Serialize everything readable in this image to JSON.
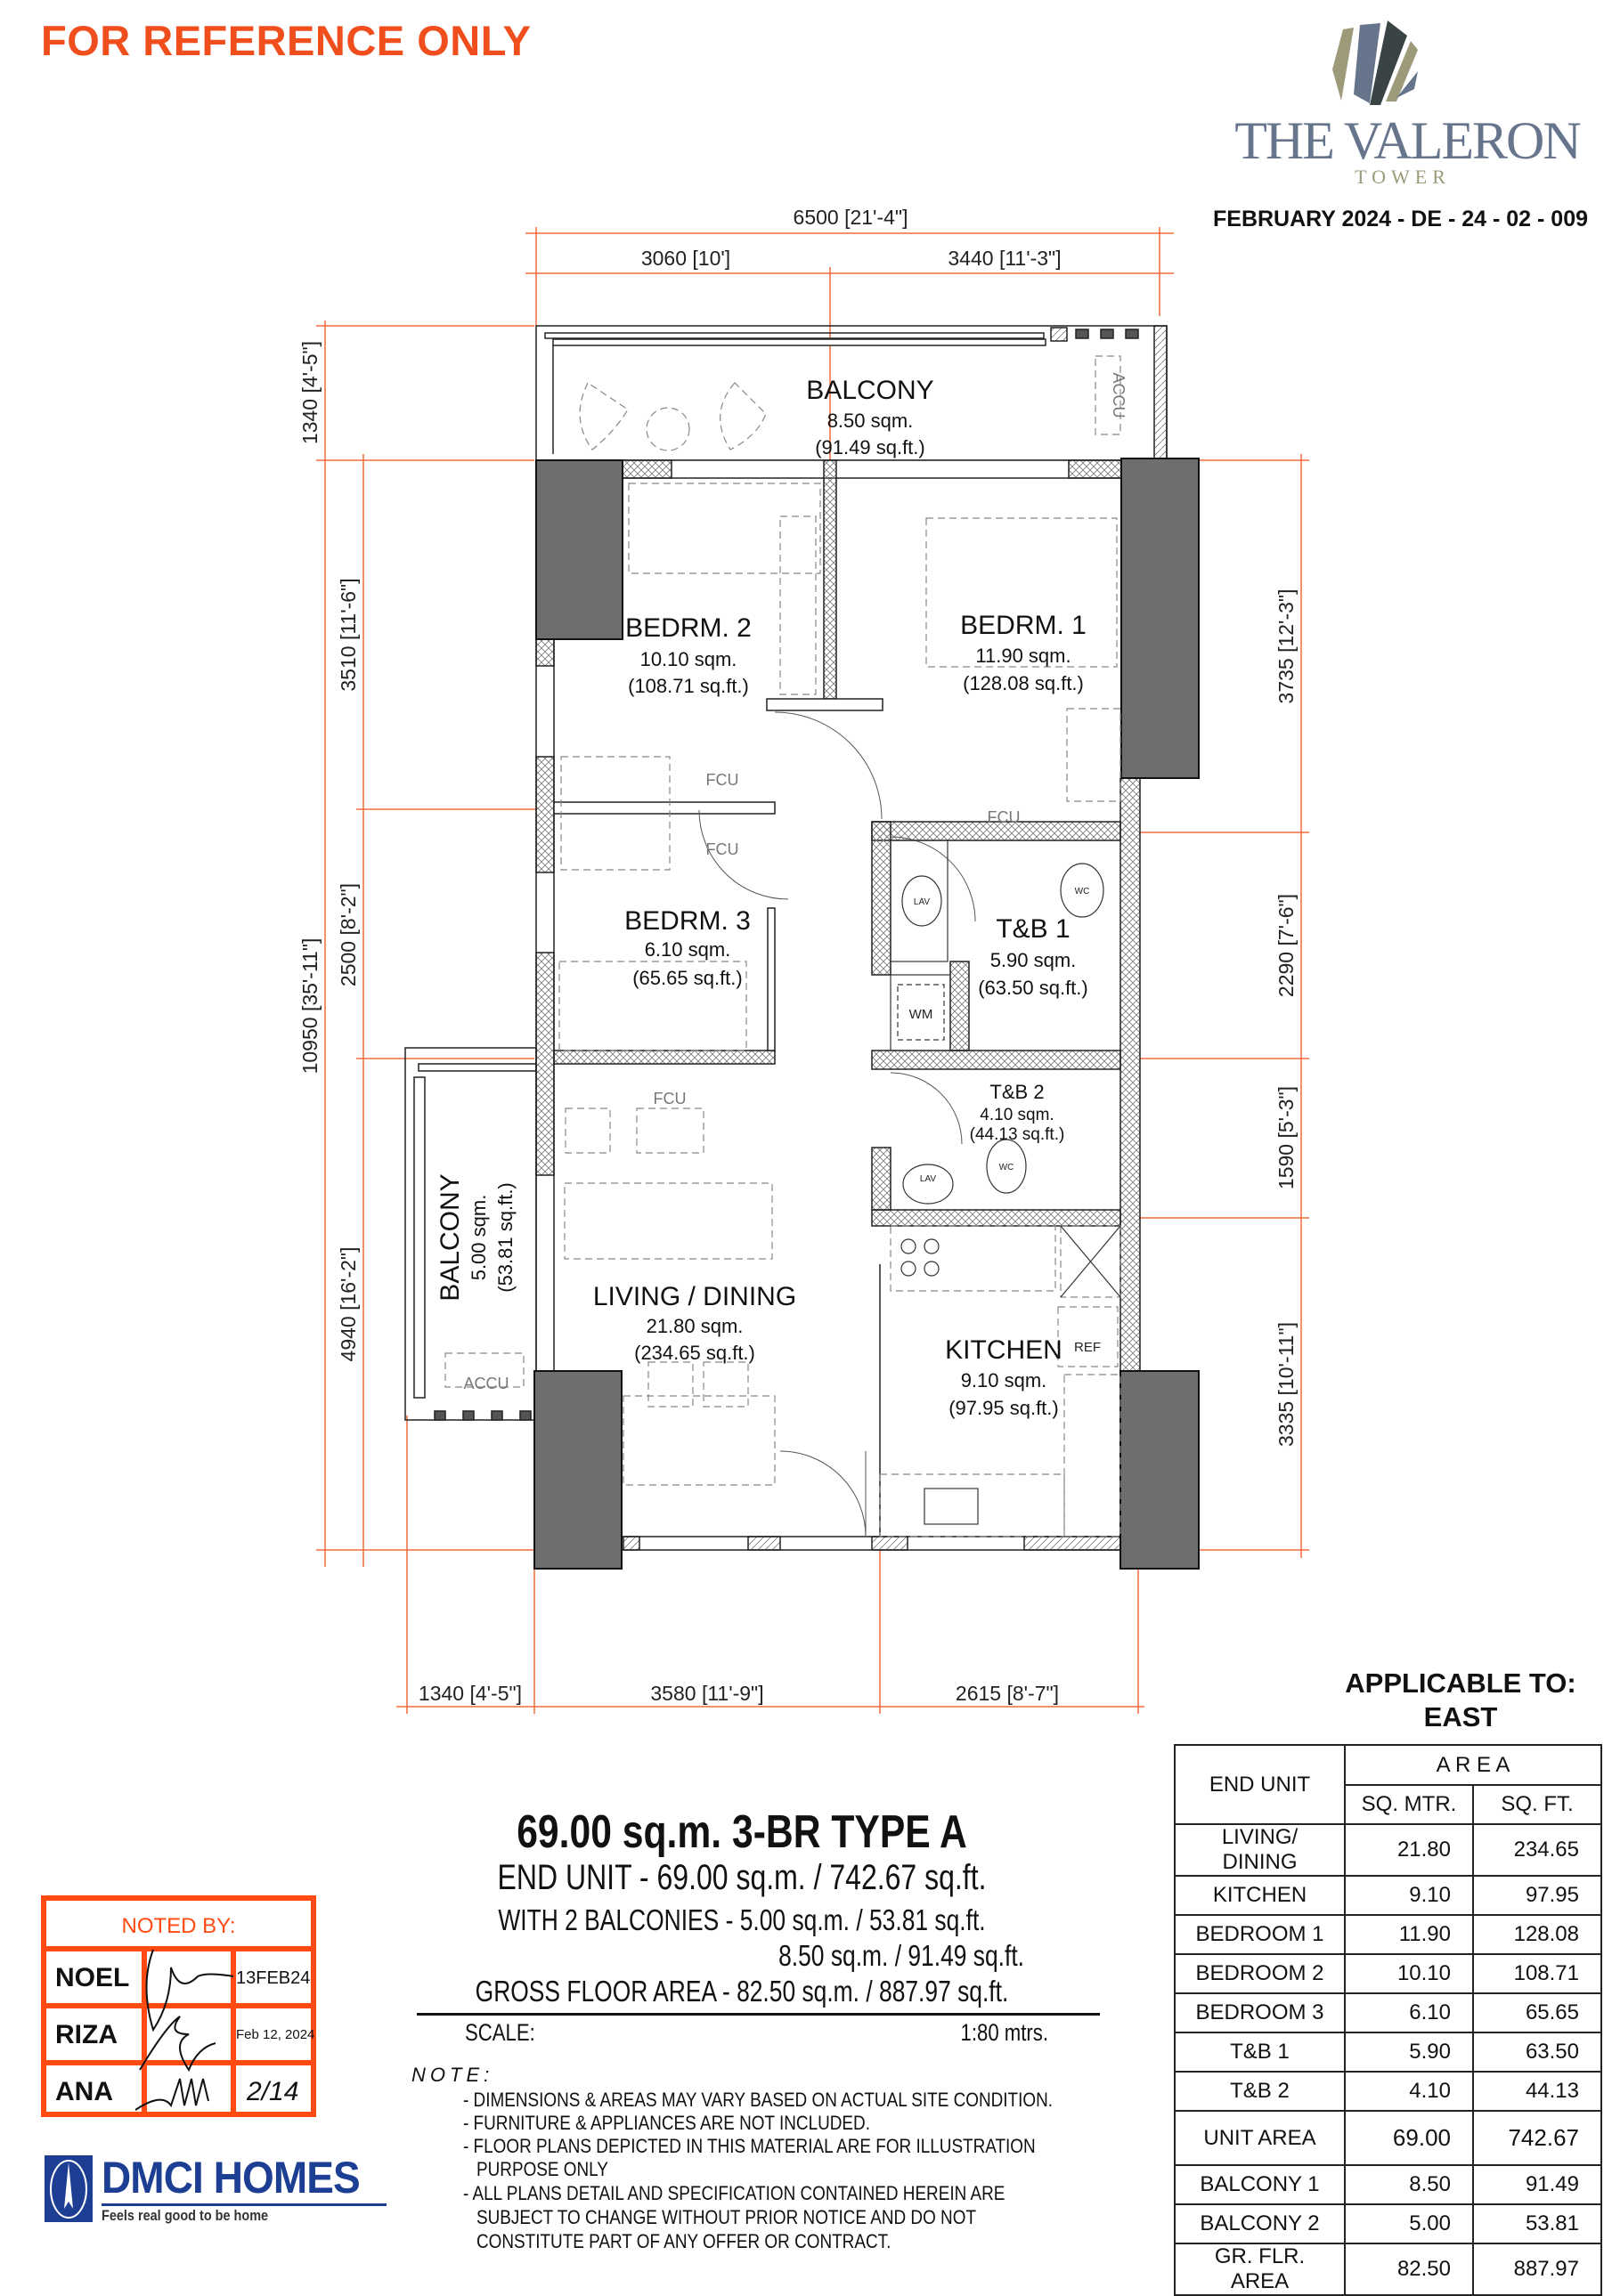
{
  "header": {
    "watermark": "FOR REFERENCE ONLY",
    "doc_code": "FEBRUARY 2024 - DE - 24 - 02 - 009"
  },
  "logo": {
    "name": "THE VALERON",
    "sub": "TOWER"
  },
  "colors": {
    "watermark": "#f04e1c",
    "dimension_line": "#f26a3d",
    "column": "#6e6e6e",
    "noted_box": "#ff4a12",
    "dmci_blue": "#1c3f94",
    "logo_slate": "#66758c",
    "logo_olive": "#9c9a78",
    "logo_dark": "#3b4444"
  },
  "plan": {
    "dims": {
      "top_total": "6500 [21'-4\"]",
      "top_left": "3060 [10']",
      "top_right": "3440 [11'-3\"]",
      "left_balcony": "1340 [4'-5\"]",
      "left_total": "10950 [35'-11\"]",
      "left_1": "3510 [11'-6\"]",
      "left_2": "2500 [8'-2\"]",
      "left_3": "4940 [16'-2\"]",
      "right_1": "3735 [12'-3\"]",
      "right_2": "2290 [7'-6\"]",
      "right_3": "1590 [5'-3\"]",
      "right_4": "3335 [10'-11\"]",
      "bottom_1": "1340 [4'-5\"]",
      "bottom_2": "3580 [11'-9\"]",
      "bottom_3": "2615 [8'-7\"]"
    },
    "rooms": {
      "balcony_top": {
        "name": "BALCONY",
        "sqm": "8.50 sqm.",
        "sqft": "(91.49 sq.ft.)"
      },
      "bedroom_2": {
        "name": "BEDRM. 2",
        "sqm": "10.10 sqm.",
        "sqft": "(108.71 sq.ft.)"
      },
      "bedroom_1": {
        "name": "BEDRM. 1",
        "sqm": "11.90 sqm.",
        "sqft": "(128.08 sq.ft.)"
      },
      "bedroom_3": {
        "name": "BEDRM. 3",
        "sqm": "6.10 sqm.",
        "sqft": "(65.65 sq.ft.)"
      },
      "tb_1": {
        "name": "T&B 1",
        "sqm": "5.90 sqm.",
        "sqft": "(63.50 sq.ft.)"
      },
      "tb_2": {
        "name": "T&B 2",
        "sqm": "4.10 sqm.",
        "sqft": "(44.13 sq.ft.)"
      },
      "living_dining": {
        "name": "LIVING / DINING",
        "sqm": "21.80 sqm.",
        "sqft": "(234.65 sq.ft.)"
      },
      "kitchen": {
        "name": "KITCHEN",
        "sqm": "9.10 sqm.",
        "sqft": "(97.95 sq.ft.)"
      },
      "balcony_side": {
        "name": "BALCONY",
        "sqm": "5.00 sqm.",
        "sqft": "(53.81 sq.ft.)"
      }
    },
    "fixtures": {
      "accu": "ACCU",
      "fcu": "FCU",
      "wm": "WM",
      "ref": "REF",
      "lav": "LAV",
      "wc": "WC"
    }
  },
  "unit": {
    "title": "69.00 sq.m. 3-BR TYPE A",
    "end_unit": "END UNIT - 69.00 sq.m. / 742.67 sq.ft.",
    "balconies_1": "WITH 2 BALCONIES - 5.00 sq.m. / 53.81 sq.ft.",
    "balconies_2": "8.50 sq.m. / 91.49 sq.ft.",
    "gfa": "GROSS FLOOR AREA - 82.50 sq.m. / 887.97 sq.ft.",
    "scale_label": "SCALE:",
    "scale_value": "1:80 mtrs."
  },
  "notes": {
    "heading": "NOTE:",
    "lines": [
      "- DIMENSIONS & AREAS MAY VARY BASED ON ACTUAL SITE CONDITION.",
      "- FURNITURE & APPLIANCES ARE NOT INCLUDED.",
      "- FLOOR PLANS DEPICTED IN THIS MATERIAL ARE FOR ILLUSTRATION",
      "  PURPOSE ONLY",
      "-  ALL PLANS DETAIL AND SPECIFICATION CONTAINED HEREIN ARE",
      "   SUBJECT TO CHANGE WITHOUT PRIOR NOTICE AND DO NOT",
      "   CONSTITUTE PART OF ANY OFFER OR CONTRACT."
    ]
  },
  "noted_by": {
    "label": "NOTED BY:",
    "rows": [
      {
        "name": "NOEL",
        "date": "13FEB24"
      },
      {
        "name": "RIZA",
        "date": "Feb 12, 2024"
      },
      {
        "name": "ANA",
        "date": "2/14"
      }
    ]
  },
  "developer": {
    "name": "DMCI HOMES",
    "tagline": "Feels real good to be home"
  },
  "table": {
    "applicable_label": "APPLICABLE TO:",
    "applicable_value": "EAST",
    "head_col": "END UNIT",
    "area": "A R E A",
    "sqm": "SQ. MTR.",
    "sqft": "SQ. FT.",
    "rows": [
      {
        "name": "LIVING/ DINING",
        "sqm": "21.80",
        "sqft": "234.65"
      },
      {
        "name": "KITCHEN",
        "sqm": "9.10",
        "sqft": "97.95"
      },
      {
        "name": "BEDROOM 1",
        "sqm": "11.90",
        "sqft": "128.08"
      },
      {
        "name": "BEDROOM 2",
        "sqm": "10.10",
        "sqft": "108.71"
      },
      {
        "name": "BEDROOM 3",
        "sqm": "6.10",
        "sqft": "65.65"
      },
      {
        "name": "T&B 1",
        "sqm": "5.90",
        "sqft": "63.50"
      },
      {
        "name": "T&B 2",
        "sqm": "4.10",
        "sqft": "44.13"
      },
      {
        "name": "UNIT AREA",
        "sqm": "69.00",
        "sqft": "742.67"
      },
      {
        "name": "BALCONY 1",
        "sqm": "8.50",
        "sqft": "91.49"
      },
      {
        "name": "BALCONY 2",
        "sqm": "5.00",
        "sqft": "53.81"
      },
      {
        "name": "GR. FLR. AREA",
        "sqm": "82.50",
        "sqft": "887.97"
      }
    ]
  }
}
